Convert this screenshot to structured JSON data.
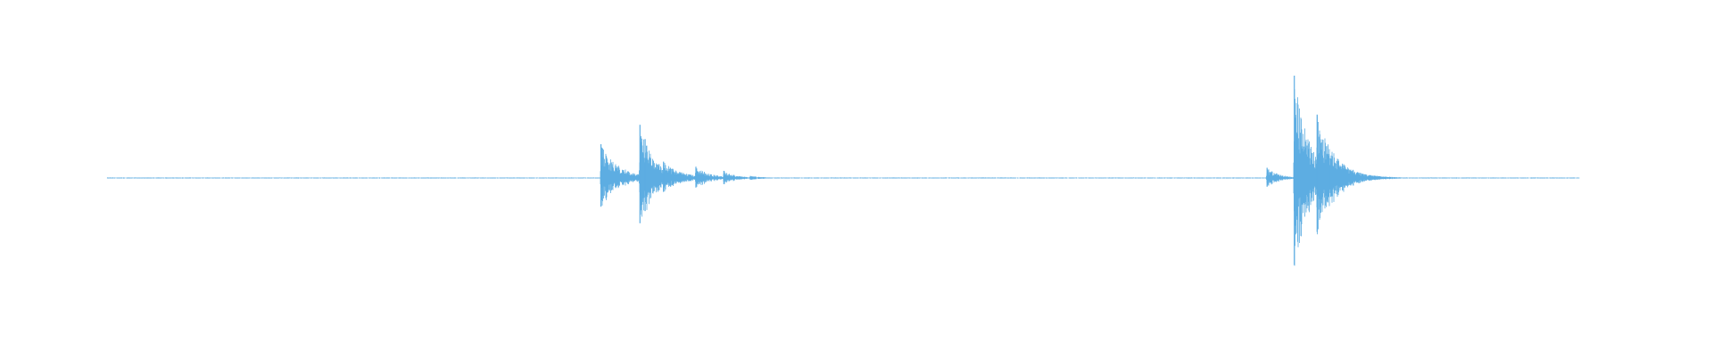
{
  "chart_data": {
    "type": "waveform",
    "x_range": [
      0,
      1
    ],
    "amplitude_range": [
      -1,
      1
    ],
    "grid": false,
    "legend": "none",
    "color": "#5dade2",
    "baseline_noise": 0.004,
    "spike_events": [
      {
        "x": 0.3355,
        "peak": 0.33,
        "decay": 0.012,
        "trail": 0.05
      },
      {
        "x": 0.362,
        "peak": 0.52,
        "decay": 0.01,
        "trail": 0.06
      },
      {
        "x": 0.3655,
        "peak": 0.38,
        "decay": 0.008,
        "trail": 0.04
      },
      {
        "x": 0.378,
        "peak": 0.16,
        "decay": 0.012,
        "trail": 0.06
      },
      {
        "x": 0.4,
        "peak": 0.11,
        "decay": 0.01,
        "trail": 0.05
      },
      {
        "x": 0.419,
        "peak": 0.07,
        "decay": 0.008,
        "trail": 0.04
      },
      {
        "x": 0.437,
        "peak": 0.02,
        "decay": 0.01,
        "trail": 0.04
      },
      {
        "x": 0.788,
        "peak": 0.1,
        "decay": 0.008,
        "trail": 0.03
      },
      {
        "x": 0.8065,
        "peak": 1.0,
        "decay": 0.01,
        "trail": 0.06
      },
      {
        "x": 0.822,
        "peak": 0.62,
        "decay": 0.012,
        "trail": 0.05
      },
      {
        "x": 0.83,
        "peak": 0.22,
        "decay": 0.014,
        "trail": 0.05
      }
    ]
  }
}
